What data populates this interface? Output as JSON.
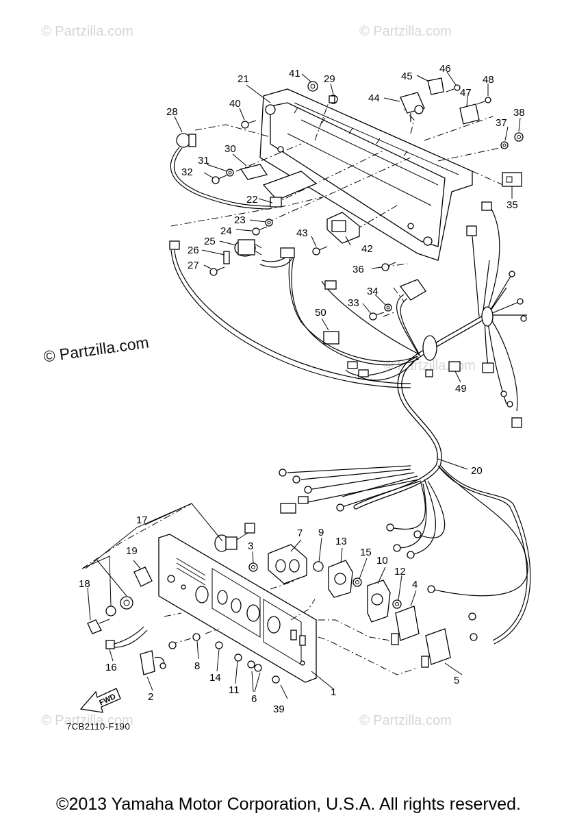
{
  "diagram": {
    "figure_code": "7CB2110-F190",
    "copyright": "©2013 Yamaha Motor Corporation, U.S.A. All rights reserved.",
    "watermark": "© Partzilla.com",
    "fwd_label": "FWD",
    "callouts": [
      "1",
      "2",
      "3",
      "4",
      "5",
      "6",
      "7",
      "8",
      "9",
      "10",
      "11",
      "12",
      "13",
      "14",
      "15",
      "16",
      "17",
      "18",
      "19",
      "20",
      "21",
      "22",
      "23",
      "24",
      "25",
      "26",
      "27",
      "28",
      "29",
      "30",
      "31",
      "32",
      "33",
      "34",
      "35",
      "36",
      "37",
      "38",
      "39",
      "40",
      "41",
      "42",
      "43",
      "44",
      "45",
      "46",
      "47",
      "48",
      "49",
      "50"
    ]
  }
}
